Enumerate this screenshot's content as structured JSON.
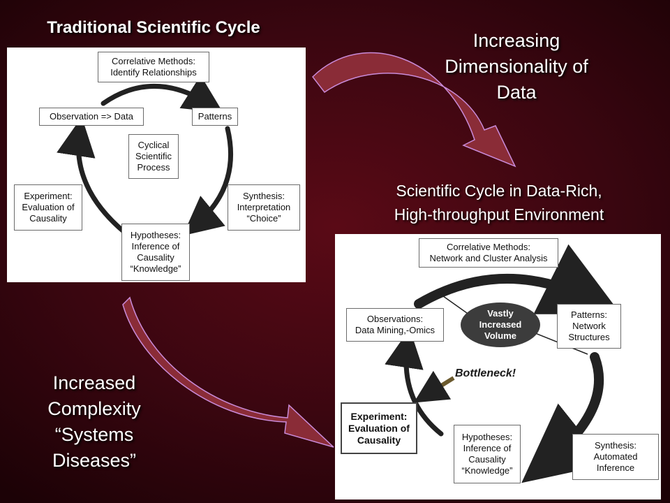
{
  "titles": {
    "left": "Traditional Scientific Cycle",
    "right_top": [
      "Increasing",
      "Dimensionality of",
      "Data"
    ],
    "right_mid": [
      "Scientific Cycle in Data-Rich,",
      "High-throughput Environment"
    ],
    "left_bottom": [
      "Increased",
      "Complexity",
      "“Systems",
      "Diseases”"
    ]
  },
  "traditional": {
    "correlative": [
      "Correlative Methods:",
      "Identify Relationships"
    ],
    "observation": [
      "Observation => Data"
    ],
    "patterns": [
      "Patterns"
    ],
    "center": [
      "Cyclical",
      "Scientific",
      "Process"
    ],
    "experiment": [
      "Experiment:",
      "Evaluation of",
      "Causality"
    ],
    "synthesis": [
      "Synthesis:",
      "Interpretation",
      "“Choice”"
    ],
    "hypotheses": [
      "Hypotheses:",
      "Inference of",
      "Causality",
      "“Knowledge”"
    ]
  },
  "datarich": {
    "correlative": [
      "Correlative Methods:",
      "Network and Cluster Analysis"
    ],
    "observations": [
      "Observations:",
      "Data Mining,-Omics"
    ],
    "volume": [
      "Vastly",
      "Increased",
      "Volume"
    ],
    "patterns": [
      "Patterns:",
      "Network",
      "Structures"
    ],
    "bottleneck": "Bottleneck!",
    "experiment": [
      "Experiment:",
      "Evaluation of",
      "Causality"
    ],
    "hypotheses": [
      "Hypotheses:",
      "Inference of",
      "Causality",
      "“Knowledge”"
    ],
    "synthesis": [
      "Synthesis:",
      "Automated",
      "Inference"
    ]
  },
  "colors": {
    "background": "#3a0610",
    "big_arrow_fill": "#8a2c37",
    "big_arrow_stroke": "#c98ad8",
    "cycle_arrow": "#222222"
  }
}
